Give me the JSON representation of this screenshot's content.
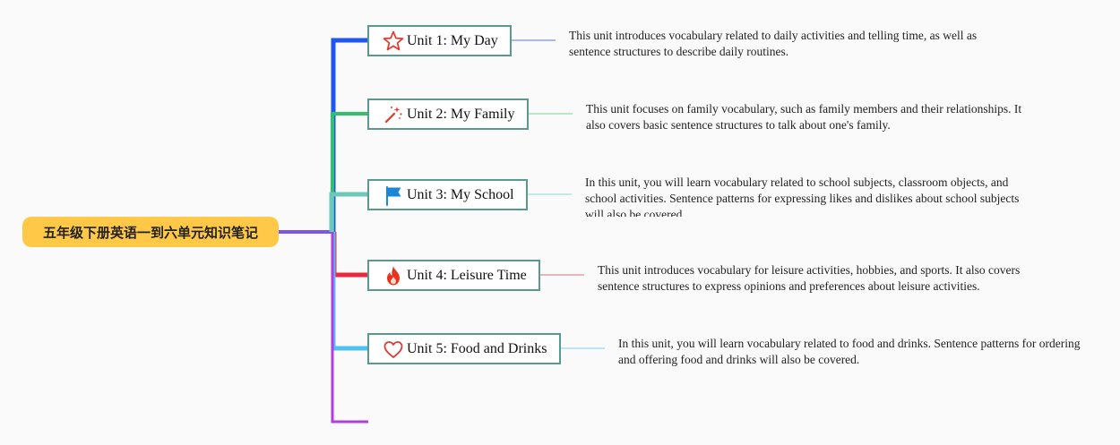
{
  "root": {
    "title": "五年级下册英语一到六单元知识笔记"
  },
  "units": [
    {
      "label": "Unit 1: My Day",
      "icon": "star-icon",
      "branch_color": "#1e56f0",
      "description": "This unit introduces vocabulary related to daily activities and telling time, as well as sentence structures to describe daily routines."
    },
    {
      "label": "Unit 2: My Family",
      "icon": "magic-wand-icon",
      "branch_color": "#2ec26a",
      "description": "This unit focuses on family vocabulary, such as family members and their relationships. It also covers basic sentence structures to talk about one's family."
    },
    {
      "label": "Unit 3: My School",
      "icon": "flag-icon",
      "branch_color": "#6cc9b9",
      "description": "In this unit, you will learn vocabulary related to school subjects, classroom objects, and school activities. Sentence patterns for expressing likes and dislikes about school subjects will also be covered."
    },
    {
      "label": "Unit 4: Leisure Time",
      "icon": "fire-icon",
      "branch_color": "#e8283c",
      "description": "This unit introduces vocabulary for leisure activities, hobbies, and sports. It also covers sentence structures to express opinions and preferences about leisure activities."
    },
    {
      "label": "Unit 5: Food and Drinks",
      "icon": "heart-icon",
      "branch_color": "#4cc3ee",
      "description": "In this unit, you will learn vocabulary related to food and drinks. Sentence patterns for ordering and offering food and drinks will also be covered."
    }
  ],
  "empty_branch_color": "#b43be6"
}
